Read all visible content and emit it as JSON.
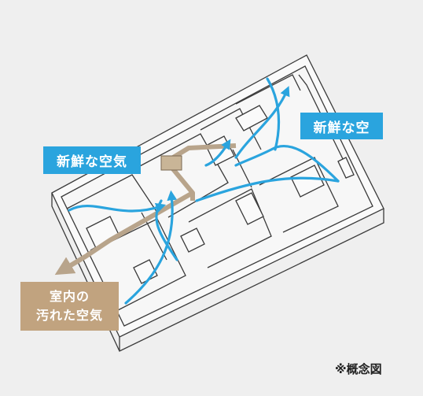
{
  "labels": {
    "fresh_air_left": "新鮮な空気",
    "fresh_air_right": "新鮮な空",
    "dirty_air_line1": "室内の",
    "dirty_air_line2": "汚れた空気"
  },
  "note": "※概念図",
  "colors": {
    "fresh_air": "#2aa4de",
    "dirty_air": "#c1a37f",
    "duct": "#b8a48b",
    "wall_line": "#3a3a3a",
    "floor": "#fafafa",
    "background": "#efefef"
  }
}
